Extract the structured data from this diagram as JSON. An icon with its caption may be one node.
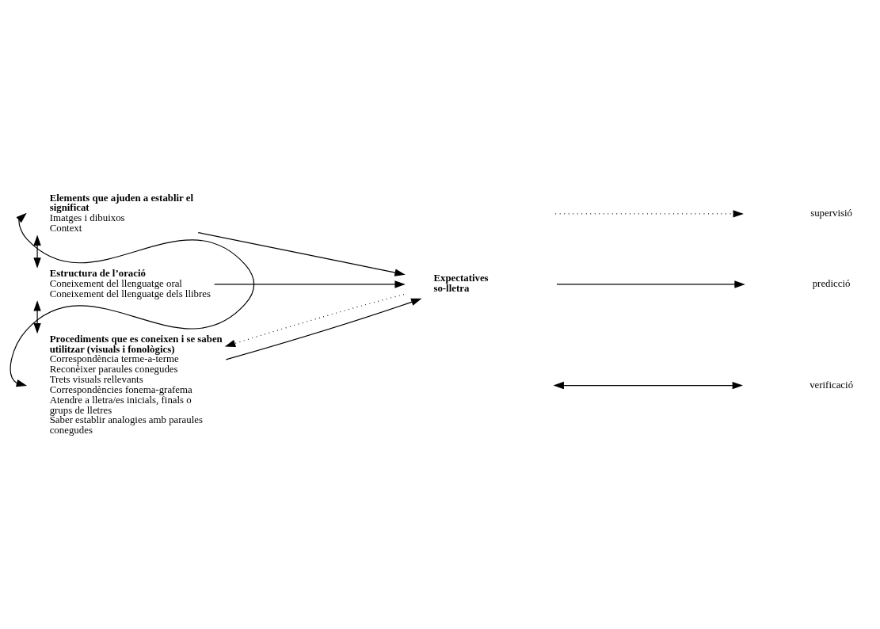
{
  "diagram": {
    "nodes": [
      {
        "text": [
          "Elements que ajuden a establir el significat",
          "Imatges i dibuixos",
          "Context"
        ]
      },
      {
        "text": [
          "Estructura de l’oració",
          "Coneixement del llenguatge oral",
          "Coneixement del llenguatge dels llibres"
        ]
      },
      {
        "text": [
          "Procediments que es coneixen i se saben utilitzar (visuals i fonològics)",
          "Correspondència terme-a-terme",
          "Reconèixer paraules conegudes",
          "Trets visuals rellevants",
          "Correspondències fonema-grafema",
          "Atendre a lletra/es inicials, finals o grups de lletres",
          "Saber establir analogies amb paraules conegudes"
        ]
      },
      {
        "text": [
          "Expectatives so-lletra"
        ]
      }
    ],
    "edges": [
      {
        "from": 0,
        "to": 3,
        "arrow": "to"
      },
      {
        "from": 1,
        "to": 3,
        "arrow": "to"
      },
      {
        "from": 2,
        "to": 3,
        "arrow": "to"
      },
      {
        "from": 3,
        "to": 2,
        "arrow": "to",
        "style": "dashed"
      },
      {
        "from": 0,
        "to": 1,
        "arrow": "both"
      },
      {
        "from": 1,
        "to": 2,
        "arrow": "both"
      },
      {
        "from": 0,
        "to": 2,
        "arrow": "both"
      }
    ],
    "legend": [
      {
        "text": "supervisió"
      },
      {
        "text": "predicció"
      },
      {
        "text": "verificació"
      }
    ]
  }
}
